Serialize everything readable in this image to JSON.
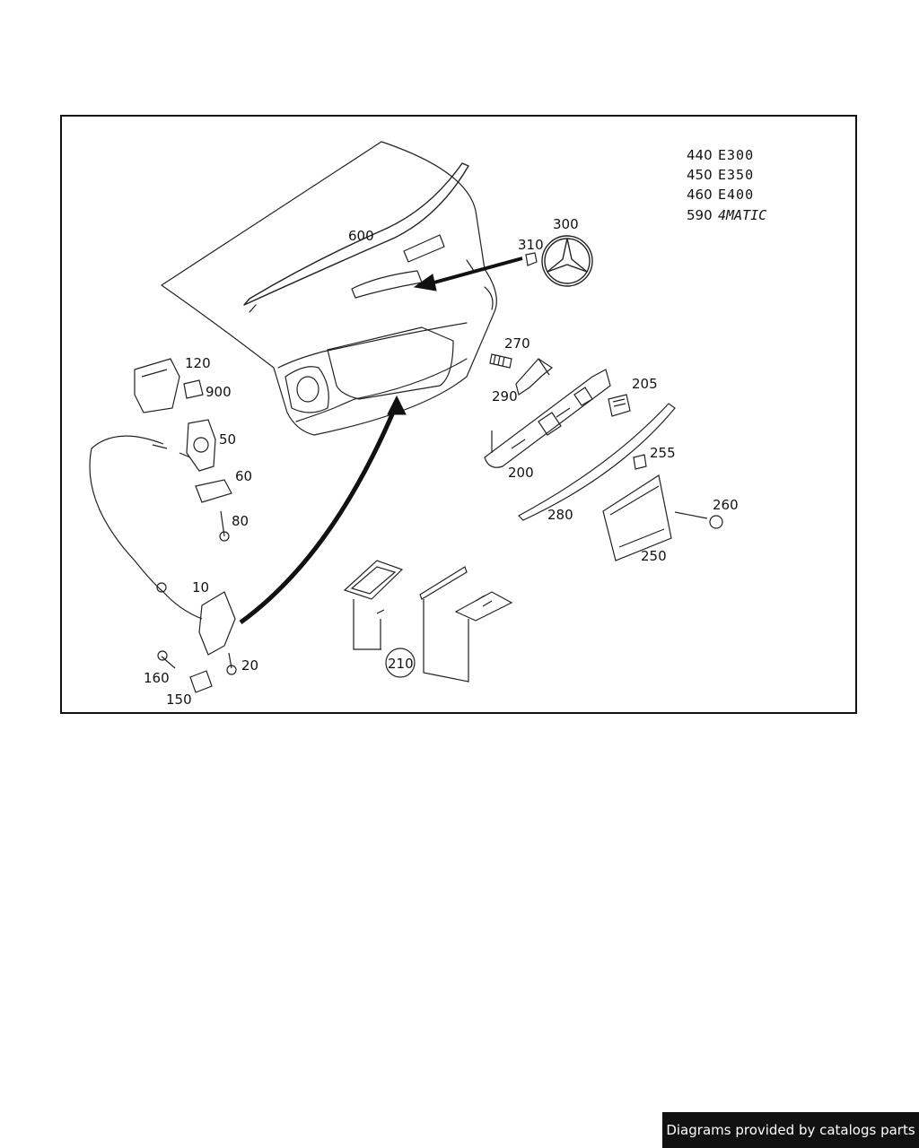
{
  "callouts": {
    "c600": "600",
    "c300": "300",
    "c310": "310",
    "c270": "270",
    "c290": "290",
    "c205": "205",
    "c200": "200",
    "c255": "255",
    "c280": "280",
    "c260": "260",
    "c250": "250",
    "c120": "120",
    "c900": "900",
    "c50": "50",
    "c60": "60",
    "c80": "80",
    "c10": "10",
    "c20": "20",
    "c160": "160",
    "c150": "150",
    "c210": "210"
  },
  "badges": [
    {
      "number": "440",
      "model": "E300"
    },
    {
      "number": "450",
      "model": "E350"
    },
    {
      "number": "460",
      "model": "E400"
    },
    {
      "number": "590",
      "model": "4MATIC"
    }
  ],
  "footer": {
    "text": "Diagrams provided by catalogs parts"
  },
  "colors": {
    "line": "#222222",
    "frame": "#111111",
    "footer_bg": "#111111"
  }
}
